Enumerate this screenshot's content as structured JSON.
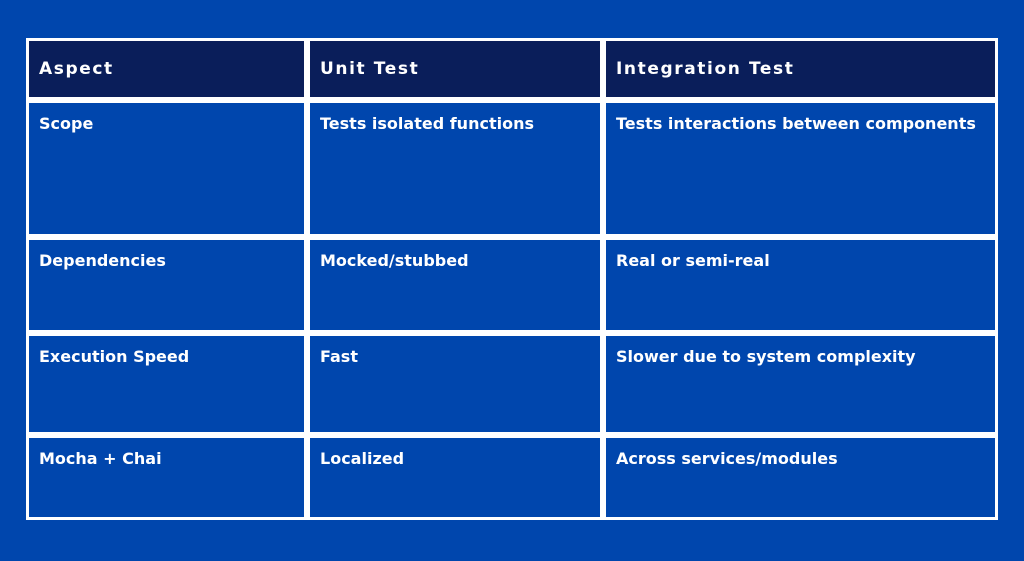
{
  "table": {
    "headers": [
      "Aspect",
      "Unit Test",
      "Integration Test"
    ],
    "rows": [
      [
        "Scope",
        "Tests isolated functions",
        "Tests interactions between components"
      ],
      [
        "Dependencies",
        "Mocked/stubbed",
        "Real or semi-real"
      ],
      [
        "Execution Speed",
        "Fast",
        "Slower due to system complexity"
      ],
      [
        "Mocha + Chai",
        "Localized",
        "Across services/modules"
      ]
    ]
  },
  "colors": {
    "background": "#0046ad",
    "header_background": "#0a1e5a",
    "border": "#ffffff",
    "text": "#ffffff"
  }
}
